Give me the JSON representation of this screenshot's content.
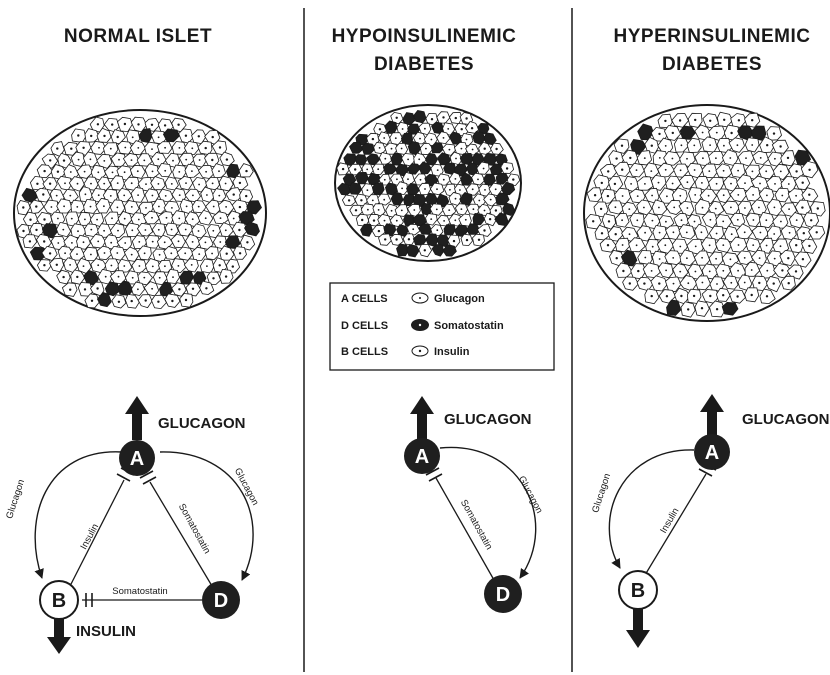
{
  "panels": {
    "normal": {
      "title": "NORMAL ISLET"
    },
    "hypo": {
      "title_line1": "HYPOINSULINEMIC",
      "title_line2": "DIABETES"
    },
    "hyper": {
      "title_line1": "HYPERINSULINEMIC",
      "title_line2": "DIABETES"
    }
  },
  "legend": {
    "rows": [
      {
        "cell": "A CELLS",
        "hormone": "Glucagon"
      },
      {
        "cell": "D CELLS",
        "hormone": "Somatostatin"
      },
      {
        "cell": "B CELLS",
        "hormone": "Insulin"
      }
    ]
  },
  "nodes": {
    "a": "A",
    "b": "B",
    "d": "D"
  },
  "labels": {
    "glucagon_big": "GLUCAGON",
    "insulin_big": "INSULIN",
    "glucagon": "Glucagon",
    "insulin": "Insulin",
    "somatostatin": "Somatostatin"
  },
  "colors": {
    "ink": "#1a1a1a",
    "paper": "#ffffff",
    "dark_cell": "#1f1f1f"
  }
}
